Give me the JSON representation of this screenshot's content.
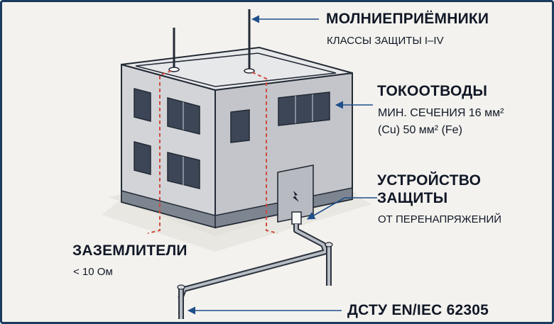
{
  "labels": {
    "air_terminals": {
      "title": "МОЛНИЕПРИЁМНИКИ",
      "subtitle": "КЛАССЫ ЗАЩИТЫ I–IV"
    },
    "down_conductors": {
      "title": "ТОКООТВОДЫ",
      "line1": "МИН. СЕЧЕНИЯ 16 мм²",
      "line2": "(Cu) 50 мм² (Fe)"
    },
    "surge_device": {
      "title_line1": "УСТРОЙСТВО",
      "title_line2": "ЗАЩИТЫ",
      "subtitle": "ОТ ПЕРЕНАПРЯЖЕНИЙ"
    },
    "earthing": {
      "title": "ЗАЗЕМЛИТЕЛИ",
      "subtitle": "< 10 Ом"
    },
    "standard": {
      "title": "ДСТУ EN/IEC 62305"
    }
  },
  "colors": {
    "frame": "#1c3b5e",
    "arrow": "#1f4f8a",
    "down_conductor_dash": "#d04a3c",
    "roof": "#e7e8ea",
    "wall_left": "#d3d4d8",
    "wall_right": "#c3c5ca",
    "plinth": "#7d8590",
    "window": "#3d4656",
    "ground": "#e9e8e3"
  }
}
